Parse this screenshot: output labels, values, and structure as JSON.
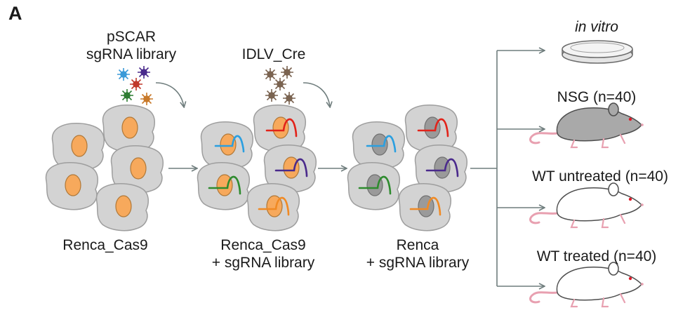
{
  "panel_label": "A",
  "stage1": {
    "vector_line1": "pSCAR",
    "vector_line2": "sgRNA library",
    "cells_label": "Renca_Cas9"
  },
  "stage2": {
    "vector_label": "IDLV_Cre",
    "cells_line1": "Renca_Cas9",
    "cells_line2": "+ sgRNA library"
  },
  "stage3": {
    "cells_line1": "Renca",
    "cells_line2": "+ sgRNA library"
  },
  "outcomes": [
    {
      "label": "in vitro",
      "icon": "petri-dish"
    },
    {
      "label": "NSG (n=40)",
      "icon": "grey-mouse"
    },
    {
      "label": "WT untreated (n=40)",
      "icon": "white-mouse"
    },
    {
      "label": "WT treated (n=40)",
      "icon": "white-mouse"
    }
  ],
  "colors": {
    "cell": "#d3d3d3",
    "nucleus_stage1": "#f7a95c",
    "nucleus_later": "#9a9a9a",
    "arrow": "#6f7d7d",
    "guide_blue": "#2b9fe0",
    "guide_red": "#e2231a",
    "guide_purple": "#4a2a8c",
    "guide_green": "#2e8b2e",
    "guide_orange": "#f08a24",
    "ear_pink": "#e8a0b0"
  }
}
